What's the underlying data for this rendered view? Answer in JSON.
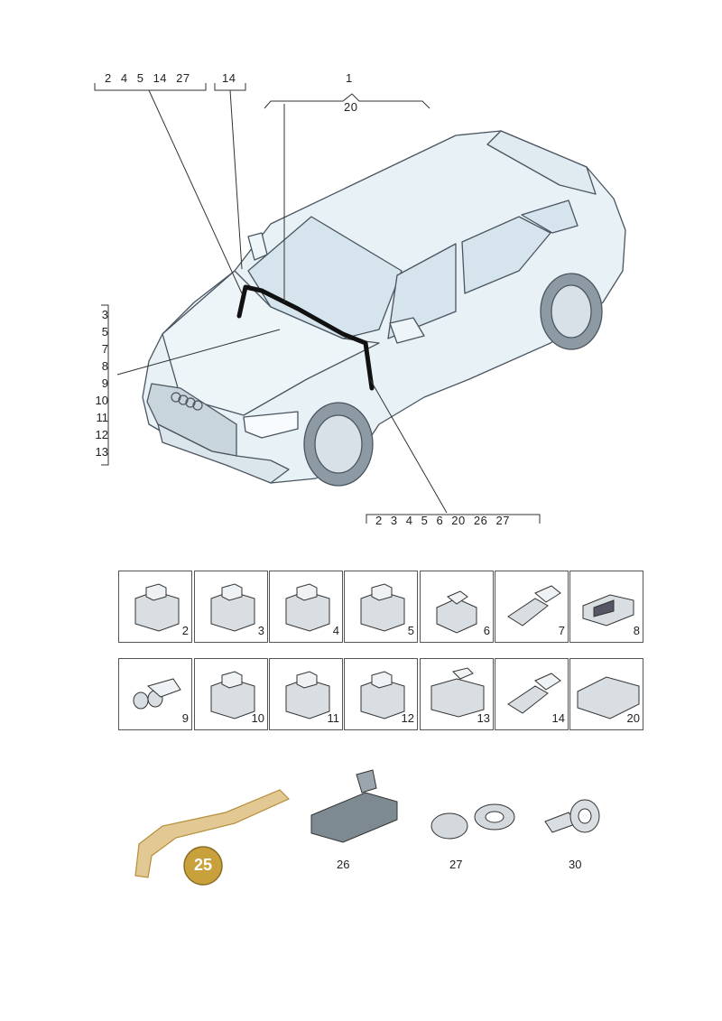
{
  "callouts": {
    "top_left": [
      "2",
      "4",
      "5",
      "14",
      "27"
    ],
    "top_mid": [
      "14"
    ],
    "top_right_upper": "1",
    "top_right_lower": "20",
    "left_column": [
      "3",
      "5",
      "7",
      "8",
      "9",
      "10",
      "11",
      "12",
      "13"
    ],
    "bottom": [
      "2",
      "3",
      "4",
      "5",
      "6",
      "20",
      "26",
      "27"
    ]
  },
  "connector_grid": {
    "row1": [
      "2",
      "3",
      "4",
      "5",
      "6",
      "7",
      "8"
    ],
    "row2": [
      "9",
      "10",
      "11",
      "12",
      "13",
      "14",
      "20"
    ]
  },
  "parts": {
    "highlighted": "25",
    "bracket": "26",
    "clip_ring": "27",
    "tape": "30"
  },
  "colors": {
    "highlight_fill": "#c9a13c",
    "highlight_part": "#e2c993",
    "line": "#222222",
    "car_fill": "#e8f1f6",
    "car_stroke": "#4a5560"
  }
}
